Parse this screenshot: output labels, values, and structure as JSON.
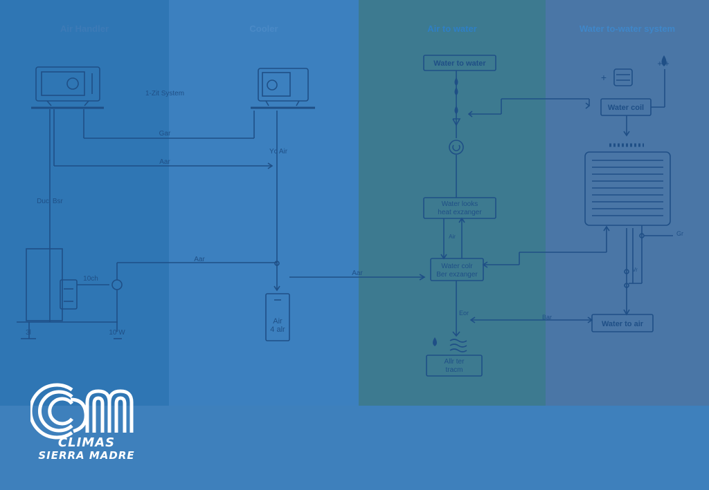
{
  "columns": [
    {
      "title": "Air Handler",
      "bg": "#2f76b4"
    },
    {
      "title": "Cooler",
      "bg": "#3c80bf"
    },
    {
      "title": "Air to water",
      "bg": "#3d7a90"
    },
    {
      "title": "Water to-water system",
      "bg": "#4a76a6"
    }
  ],
  "diagram": {
    "line_color": "#1f4f86",
    "labels": {
      "split_system": "1-Zit System",
      "air_top": "Gar",
      "air_mid": "Aar",
      "yc_air": "Yc Air",
      "duct_size": "Ducl Bsr",
      "air_low": "Aar",
      "inch": "10ch",
      "air_right": "Aar",
      "ground_a": "3l",
      "ground_b": "10 W",
      "tank_line1": "Air",
      "tank_line2": "4 alr",
      "water_to_water": "Water to water",
      "heat_exchanger_line1": "Water looks",
      "heat_exchanger_line2": "heat exzanger",
      "air_small": "Air",
      "water_coil_center_line1": "Water colr",
      "water_coil_center_line2": "Ber exzanger",
      "water_coil_right": "Water coil",
      "water_to_air": "Water to air",
      "bar_mid": "Eor",
      "bar_right": "Bar",
      "boiler_line1": "Allr ter",
      "boiler_line2": "tracm",
      "gr_right": "Gr",
      "v_small": "Vr",
      "symbols_left": "+",
      "symbols_right": "+ +"
    }
  },
  "logo": {
    "line1": "CLIMAS",
    "line2": "SIERRA MADRE"
  }
}
